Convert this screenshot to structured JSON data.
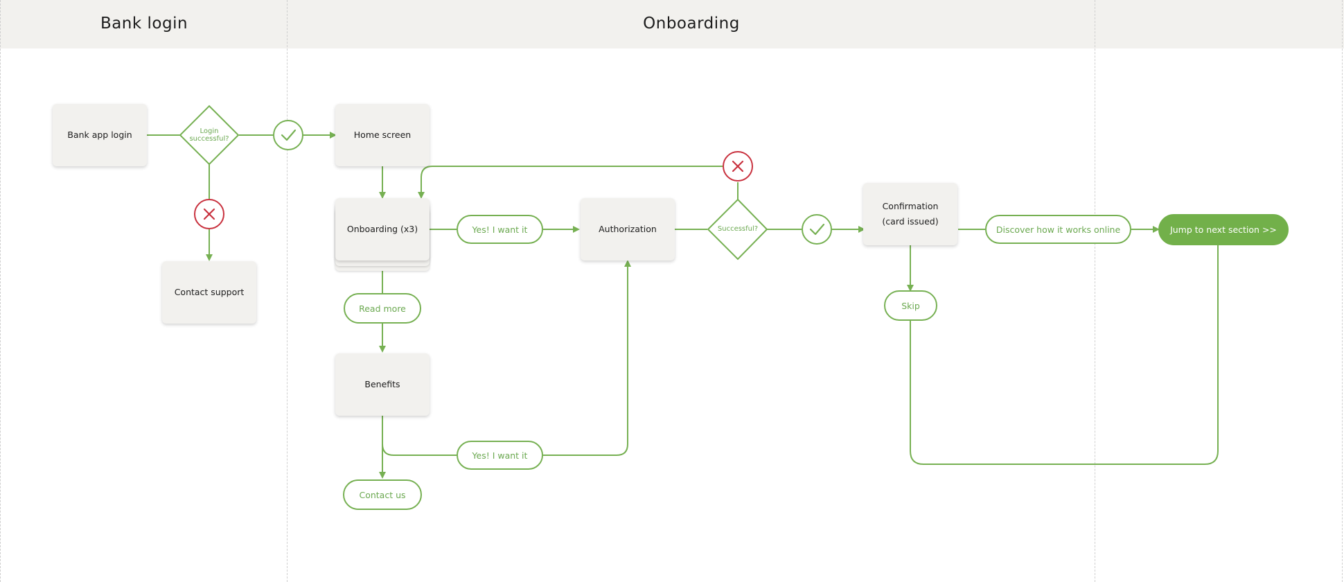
{
  "lanes": {
    "bank_login": "Bank login",
    "onboarding": "Onboarding"
  },
  "nodes": {
    "bank_app_login": "Bank app login",
    "login_successful": "Login successful?",
    "contact_support": "Contact support",
    "home_screen": "Home screen",
    "onboarding_x3": "Onboarding (x3)",
    "yes_want_it_1": "Yes! I want it",
    "read_more": "Read more",
    "benefits": "Benefits",
    "yes_want_it_2": "Yes! I want it",
    "contact_us": "Contact us",
    "authorization": "Authorization",
    "successful": "Successful?",
    "confirmation_line1": "Confirmation",
    "confirmation_line2": "(card issued)",
    "skip": "Skip",
    "discover_online": "Discover how it works online",
    "jump_next": "Jump to next section >>"
  },
  "colors": {
    "flow_green": "#76b052",
    "error_red": "#c8303d",
    "box_fill": "#f2f1ee",
    "header_fill": "#f2f1ee"
  },
  "icons": {
    "success": "check-circle-icon",
    "failure": "x-circle-icon"
  }
}
